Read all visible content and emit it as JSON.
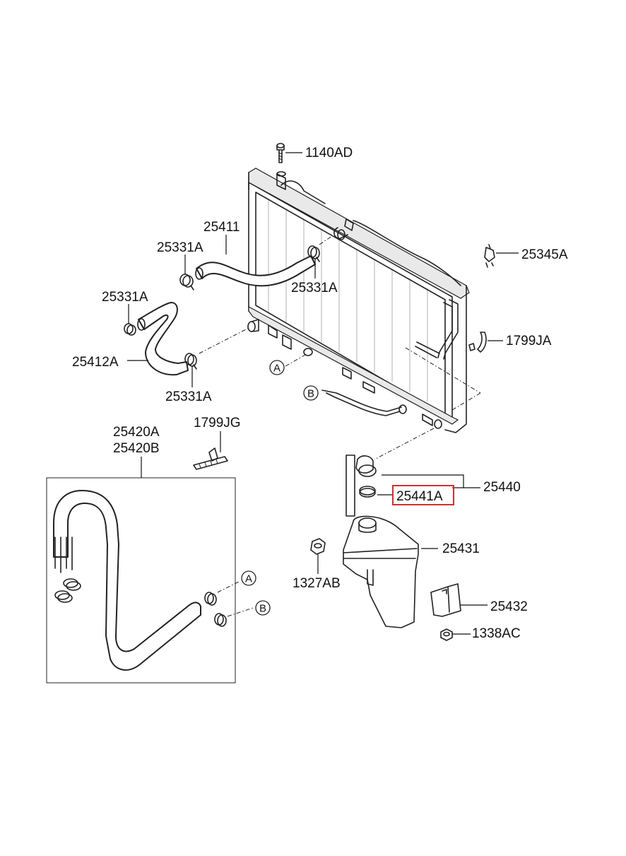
{
  "labels": {
    "bolt": "1140AD",
    "upper_hose": "25411",
    "clamp_upper_left": "25331A",
    "clamp_upper_right": "25331A",
    "clamp_lower_top": "25331A",
    "lower_hose": "25412A",
    "clamp_lower_bottom": "25331A",
    "clip_right": "25345A",
    "hose_clip": "1799JA",
    "hose_kit_a": "25420A",
    "hose_kit_b": "25420B",
    "clip_left": "1799JG",
    "cap_assy": "25440",
    "seal": "25441A",
    "reservoir": "25431",
    "nut_small": "1327AB",
    "bracket": "25432",
    "nut": "1338AC"
  },
  "markers": {
    "a": "A",
    "b": "B"
  },
  "highlight_color": "#d32f2f"
}
